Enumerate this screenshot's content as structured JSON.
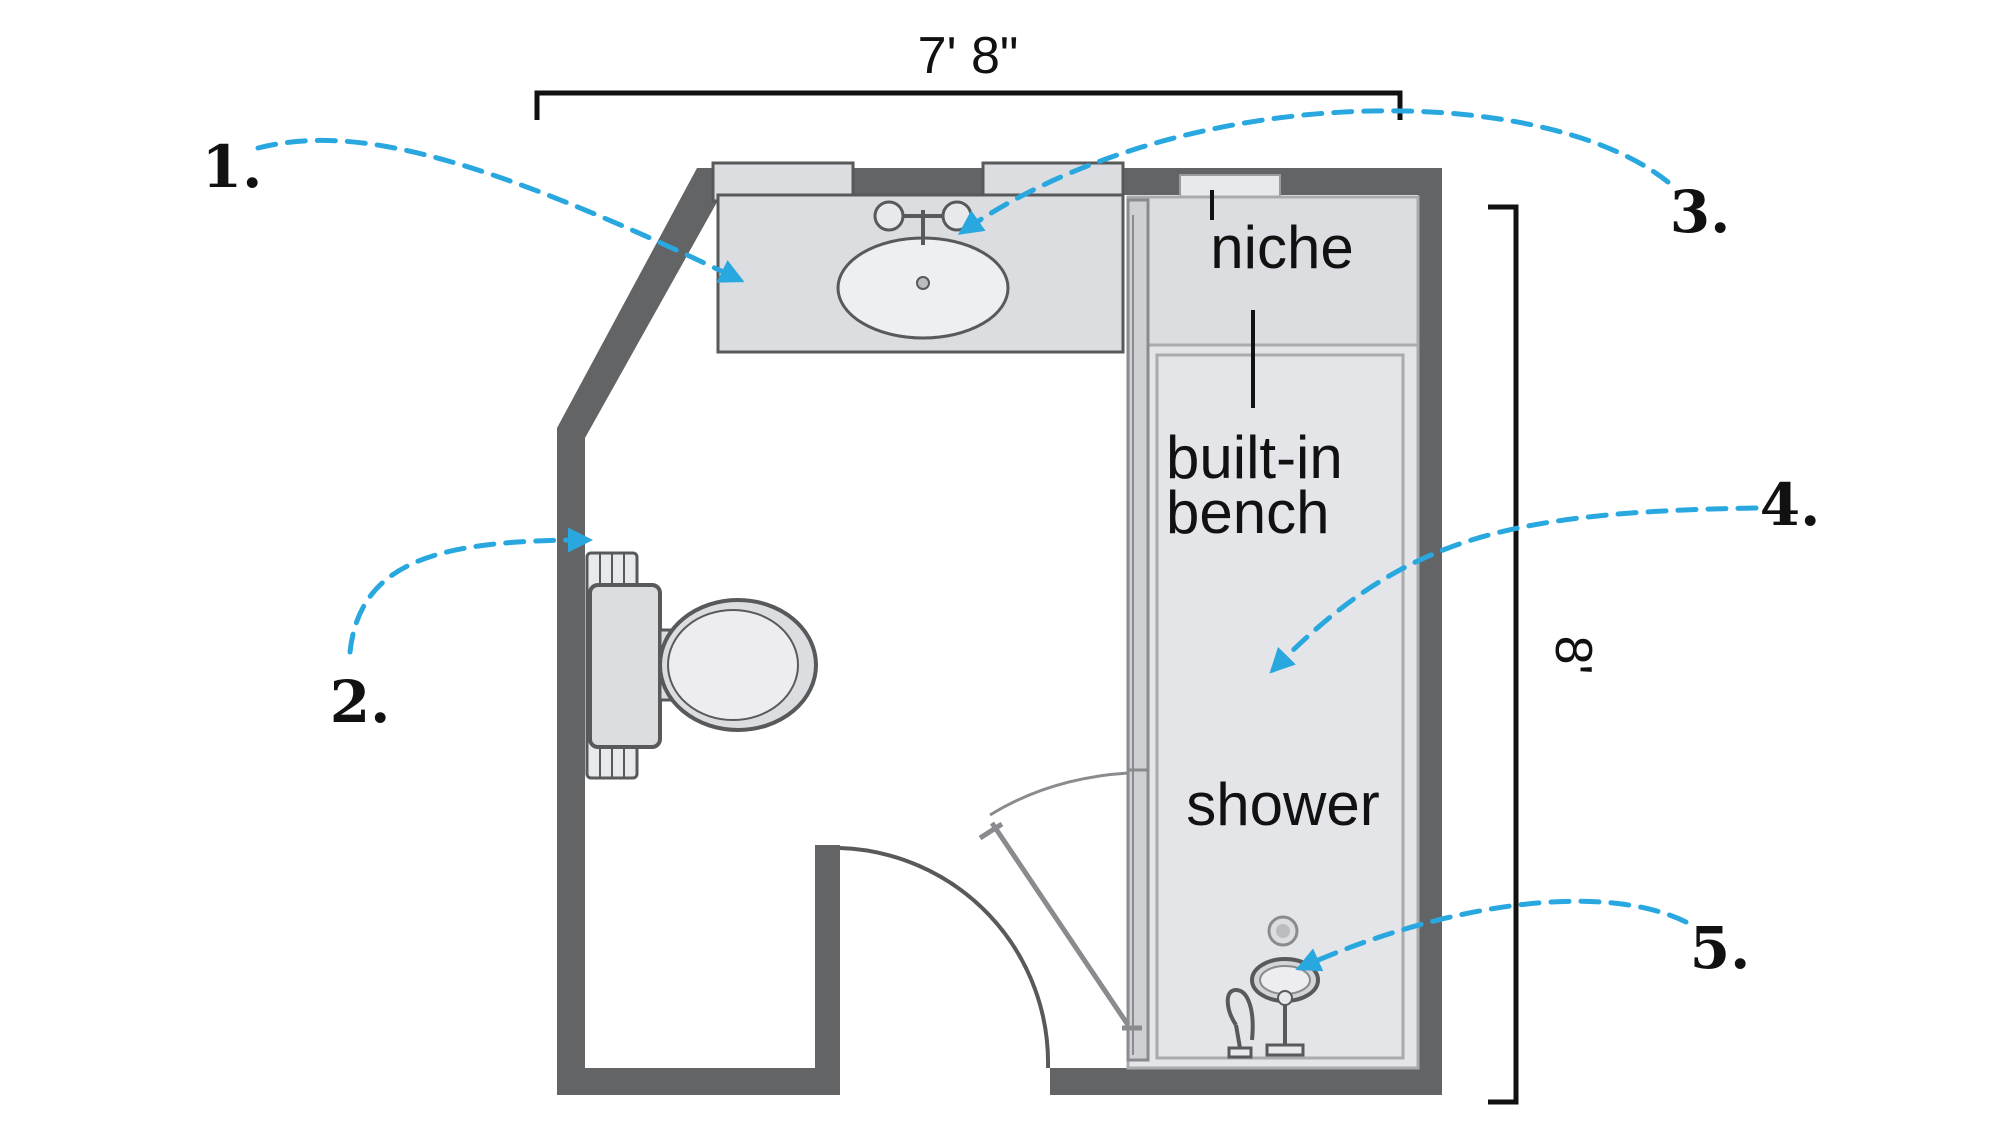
{
  "dimensions": {
    "width_label": "7' 8\"",
    "height_label": "8'"
  },
  "labels": {
    "niche": "niche",
    "bench_line1": "built-in",
    "bench_line2": "bench",
    "shower": "shower"
  },
  "callouts": [
    "1.",
    "2.",
    "3.",
    "4.",
    "5."
  ],
  "colors": {
    "callout": "#29a8e0",
    "wall": "#636466",
    "fixture": "#dcdde0",
    "shower_floor": "#e4e5e8",
    "text": "#111111"
  }
}
